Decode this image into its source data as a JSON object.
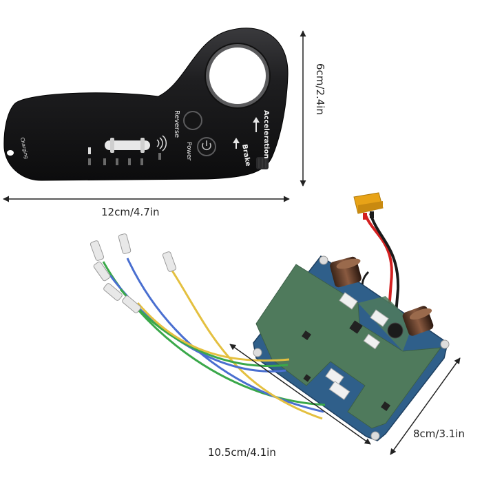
{
  "dimensions": {
    "remote_height": "6cm/2.4in",
    "remote_width": "12cm/4.7in",
    "board_length": "10.5cm/4.1in",
    "board_width": "8cm/3.1in"
  },
  "remote_labels": {
    "charging": "Charging",
    "reverse": "Reverse",
    "power": "Power",
    "acceleration": "Acceleration",
    "brake": "Brake"
  },
  "colors": {
    "remote_body": "#1c1c1e",
    "pcb_green": "#4f7a5c",
    "pcb_blue": "#2f5f8a",
    "connector_yellow": "#e8a317",
    "wire_red": "#d42020",
    "wire_green": "#3aa84a",
    "wire_blue": "#4a6fd0",
    "wire_yellow": "#e4c040"
  }
}
